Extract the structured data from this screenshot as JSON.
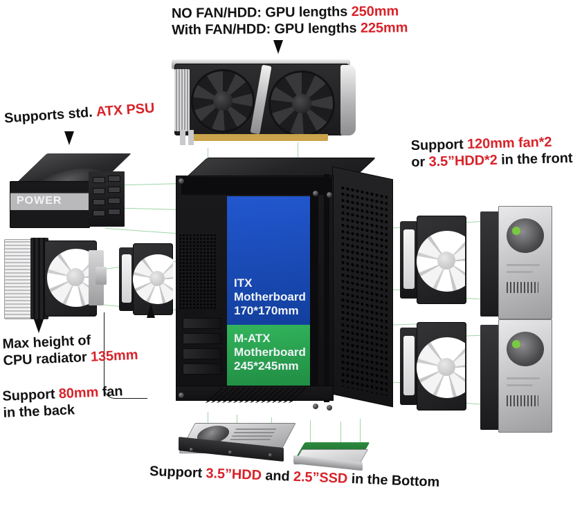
{
  "diagram": {
    "title": "PC case exploded compatibility diagram",
    "accent_red": "#d8232a",
    "line_green": "#9fd5a6",
    "itx_blue": "#1b4fc4",
    "matx_green": "#2aa14f"
  },
  "callouts": {
    "gpu": {
      "line1_a": "NO FAN/HDD: GPU lengths ",
      "line1_b": "250mm",
      "line2_a": "With FAN/HDD: GPU lengths ",
      "line2_b": "225mm"
    },
    "psu": {
      "line1_a": "Supports std. ",
      "line1_b": "ATX PSU"
    },
    "cooler": {
      "line1": "Max height of",
      "line2_a": "CPU radiator ",
      "line2_b": "135mm"
    },
    "rear_fan": {
      "line1_a": "Support ",
      "line1_b": "80mm",
      "line1_c": " fan",
      "line2": "in the back"
    },
    "front": {
      "line1_a": "Support ",
      "line1_b": "120mm fan*2",
      "line2_a": "or ",
      "line2_b": "3.5”HDD*2",
      "line2_c": " in the front"
    },
    "bottom": {
      "a": "Support ",
      "b": "3.5”HDD",
      "c": "  and ",
      "d": "2.5”SSD",
      "e": " in the Bottom"
    }
  },
  "motherboard": {
    "itx": {
      "l1": "ITX",
      "l2": "Motherboard",
      "l3": "170*170mm"
    },
    "matx": {
      "l1": "M-ATX",
      "l2": "Motherboard",
      "l3": "245*245mm"
    }
  },
  "psu_unit": {
    "brand": "POWER"
  }
}
